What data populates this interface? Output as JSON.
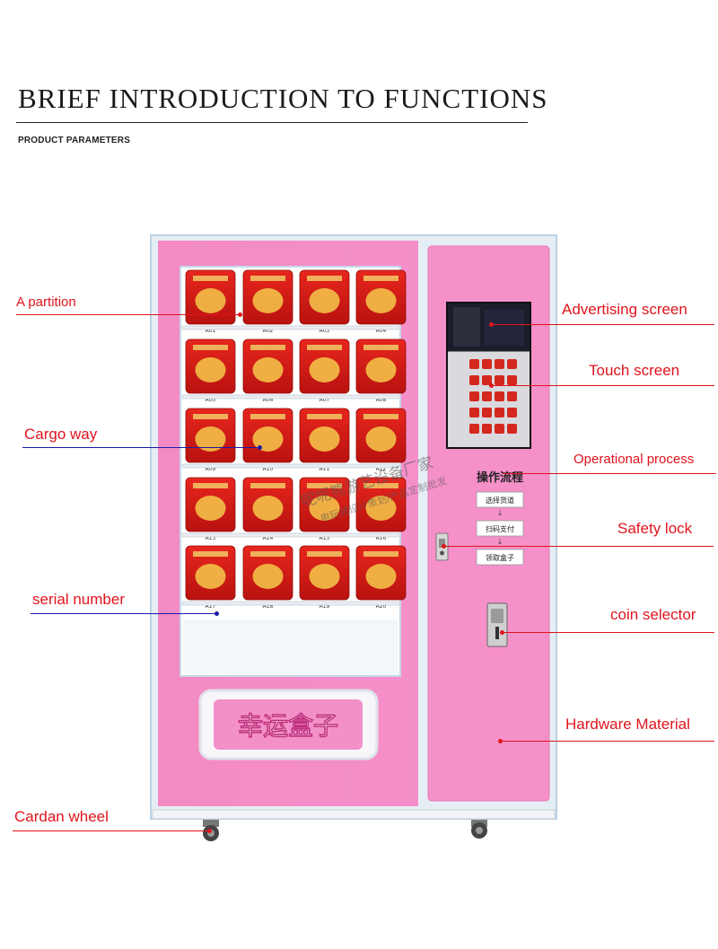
{
  "header": {
    "title": "BRIEF INTRODUCTION TO FUNCTIONS",
    "subtitle": "PRODUCT PARAMETERS"
  },
  "machine": {
    "brand_sign": "幸运盒子",
    "process_title": "操作流程",
    "process_steps": [
      "选择货道",
      "扫码支付",
      "领取盒子"
    ],
    "slot_codes": [
      "A01",
      "A02",
      "A03",
      "A04",
      "A05",
      "A06",
      "A07",
      "A08",
      "A09",
      "A10",
      "A11",
      "A12",
      "A13",
      "A14",
      "A15",
      "A16",
      "A17",
      "A18",
      "A19",
      "A20"
    ],
    "watermark_line1": "呢呢熊游艺设备厂家",
    "watermark_line2": "电玩城设计策划/产品定制批发",
    "body_color": "#f48cc4",
    "panel_color": "#f590c9"
  },
  "callouts": {
    "left": [
      {
        "name": "a-partition",
        "label": "A partition",
        "color": "#e0141e"
      },
      {
        "name": "cargo-way",
        "label": "Cargo way",
        "color": "#1a1aa6"
      },
      {
        "name": "serial-number",
        "label": "serial number",
        "color": "#e0141e"
      },
      {
        "name": "cardan-wheel",
        "label": "Cardan wheel",
        "color": "#e0141e"
      }
    ],
    "right": [
      {
        "name": "advertising-screen",
        "label": "Advertising screen",
        "color": "#e0141e"
      },
      {
        "name": "touch-screen",
        "label": "Touch screen",
        "color": "#e0141e"
      },
      {
        "name": "operational-process",
        "label": "Operational process",
        "color": "#e0141e"
      },
      {
        "name": "safety-lock",
        "label": "Safety lock",
        "color": "#e0141e"
      },
      {
        "name": "coin-selector",
        "label": "coin selector",
        "color": "#e0141e"
      },
      {
        "name": "hardware-material",
        "label": "Hardware Material",
        "color": "#e0141e"
      }
    ]
  }
}
